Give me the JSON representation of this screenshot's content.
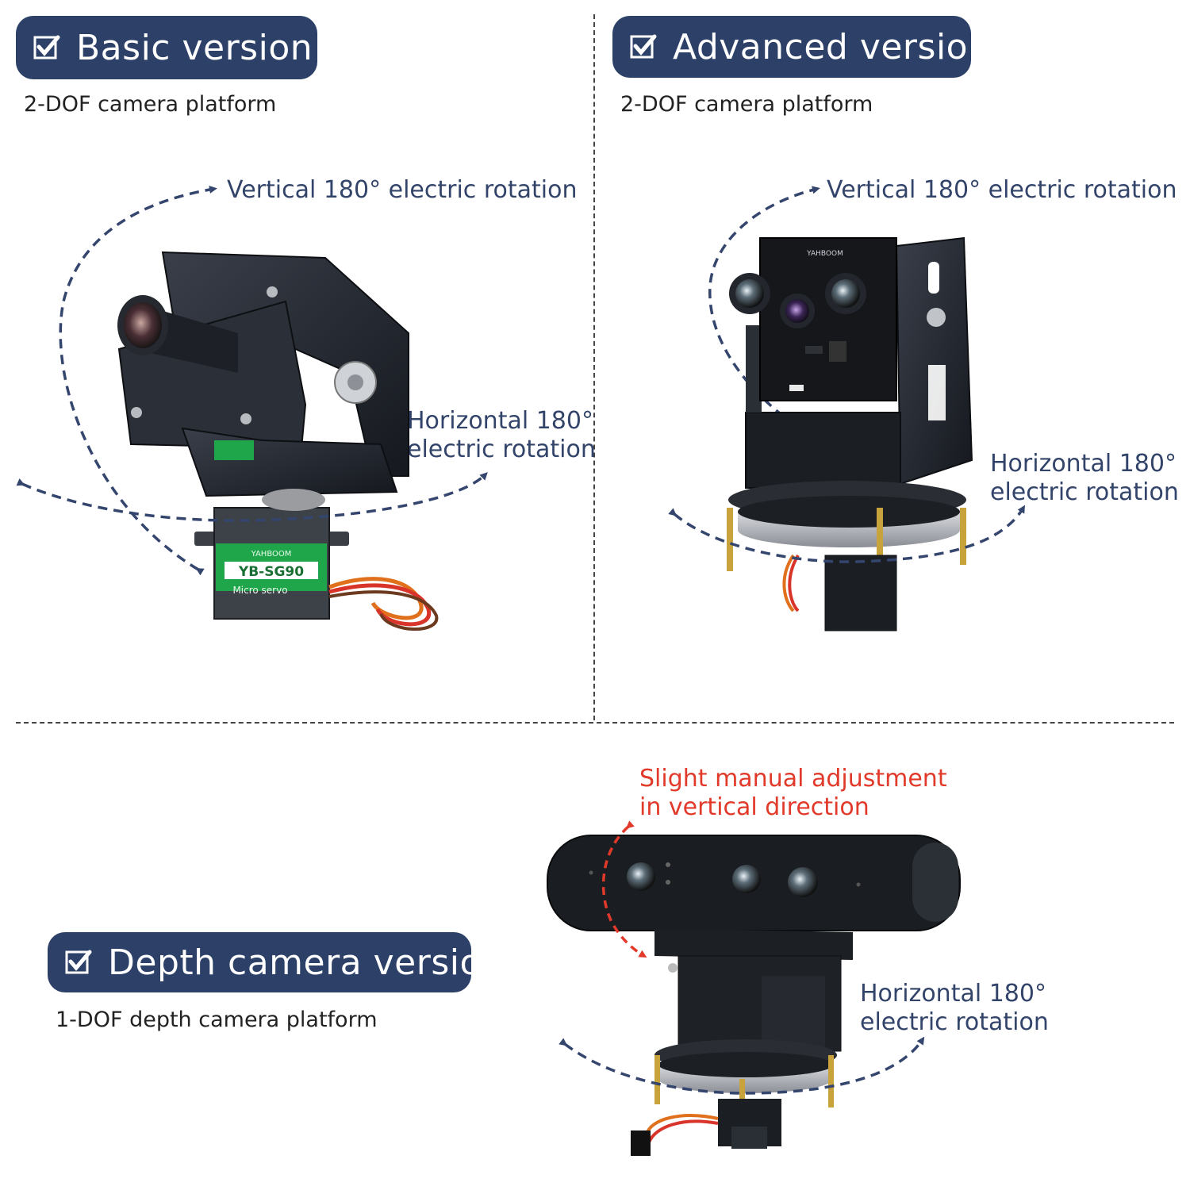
{
  "panels": {
    "basic": {
      "badge_label": "Basic version",
      "subtitle": "2-DOF camera platform",
      "vertical_note": "Vertical 180° electric rotation",
      "horizontal_note": [
        "Horizontal 180°",
        "electric rotation"
      ],
      "servo_brand": "YAHBOOM",
      "servo_model": "YB-SG90",
      "servo_type": "Micro servo"
    },
    "advanced": {
      "badge_label": "Advanced version",
      "subtitle": "2-DOF camera platform",
      "vertical_note": "Vertical 180° electric rotation",
      "horizontal_note": [
        "Horizontal 180°",
        "electric rotation"
      ],
      "board_brand": "YAHBOOM"
    },
    "depth": {
      "badge_label": "Depth camera version",
      "subtitle": "1-DOF depth camera platform",
      "manual_note": [
        "Slight manual adjustment",
        "in vertical direction"
      ],
      "horizontal_note": [
        "Horizontal 180°",
        "electric rotation"
      ]
    }
  },
  "colors": {
    "badge_bg": "#2c4068",
    "note_text": "#33446a",
    "arrow_blue": "#34456e",
    "arrow_red": "#e23a2a",
    "servo_green": "#1fa64a"
  },
  "icons": {
    "badge_icon": "checkbox-checked-icon"
  }
}
